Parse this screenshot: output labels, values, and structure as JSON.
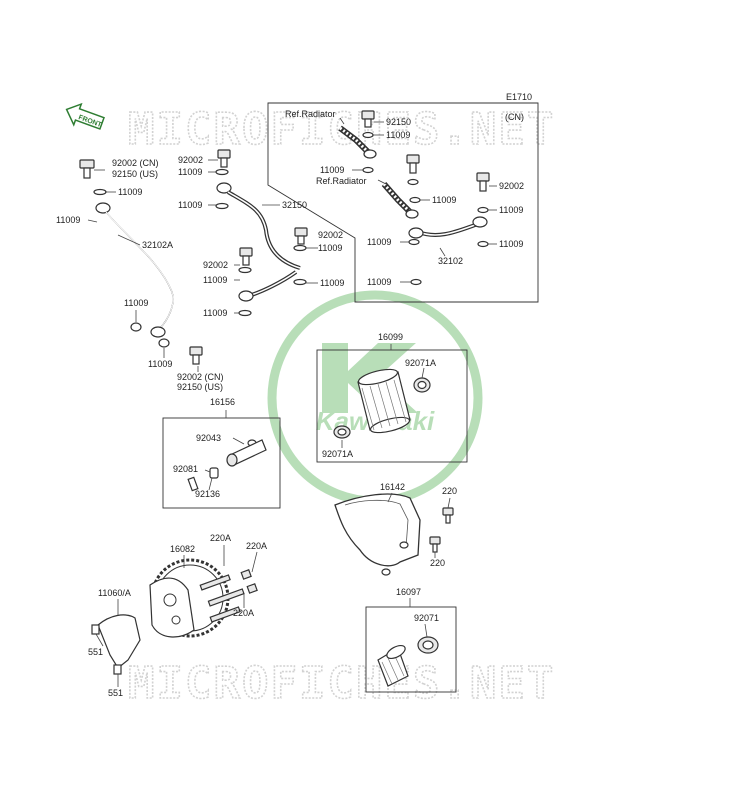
{
  "diagram_id": "E1710",
  "front_label": "FRONT",
  "watermark": "MICROFICHES.NET",
  "logo_text": "Kawasaki",
  "labels": {
    "l92002cn_top": "92002 (CN)",
    "l92150us_top": "92150 (US)",
    "l11009_a": "11009",
    "l11009_b": "11009",
    "l32102a": "32102A",
    "l11009_c": "11009",
    "l11009_d": "11009",
    "l92002cn_bot": "92002 (CN)",
    "l92150us_bot": "92150 (US)",
    "l92002_m1": "92002",
    "l11009_m1": "11009",
    "l11009_m2": "11009",
    "l32150": "32150",
    "l92002_m2": "92002",
    "l11009_m3": "11009",
    "l92002_m3": "92002",
    "l11009_m4": "11009",
    "l11009_m5": "11009",
    "l11009_m6": "11009",
    "ref_rad_1": "Ref.Radiator",
    "l92150_r": "92150",
    "l11009_r1": "11009",
    "cn_box": "(CN)",
    "l11009_r2": "11009",
    "ref_rad_2": "Ref.Radiator",
    "l92002_r": "92002",
    "l11009_r3": "11009",
    "l11009_r4": "11009",
    "l11009_r5": "11009",
    "l11009_r6": "11009",
    "l32102": "32102",
    "l11009_r7": "11009",
    "l16099": "16099",
    "l92071a_t": "92071A",
    "l92071a_b": "92071A",
    "l16156": "16156",
    "l92043": "92043",
    "l92081": "92081",
    "l92136": "92136",
    "l16142": "16142",
    "l220_a": "220",
    "l220_b": "220",
    "l16082": "16082",
    "l220a_1": "220A",
    "l220a_2": "220A",
    "l220a_3": "220A",
    "l11060a": "11060/A",
    "l551_a": "551",
    "l551_b": "551",
    "l16097": "16097",
    "l92071": "92071"
  },
  "colors": {
    "logo": "#7fc47f",
    "watermark": "#d2d2d2",
    "front_arrow": "#2e7d32",
    "line": "#333333"
  }
}
